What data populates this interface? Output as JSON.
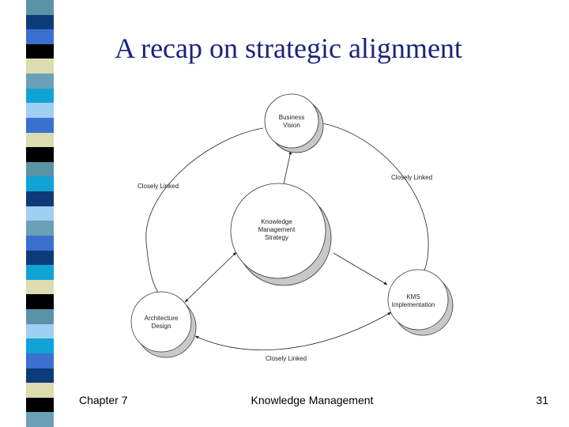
{
  "slide": {
    "title": "A recap on strategic alignment"
  },
  "diagram": {
    "nodes": {
      "business_vision": [
        "Business",
        "Vision"
      ],
      "km_strategy": [
        "Knowledge",
        "Management",
        "Strategy"
      ],
      "architecture_design": [
        "Architecture",
        "Design"
      ],
      "kms_implementation": [
        "KMS",
        "Implementation"
      ]
    },
    "edge_labels": {
      "left": "Closely Linked",
      "right": "Closely Linked",
      "bottom": "Closely Linked"
    }
  },
  "footer": {
    "left": "Chapter 7",
    "center": "Knowledge Management",
    "right": "31"
  },
  "colors": {
    "title": "#1a237e",
    "stripe_colors": [
      "#5b93a6",
      "#0d3a78",
      "#3b6fd0",
      "#000000",
      "#dcdcb0",
      "#6aa0b8",
      "#12a3d6",
      "#9fd0f4"
    ]
  }
}
